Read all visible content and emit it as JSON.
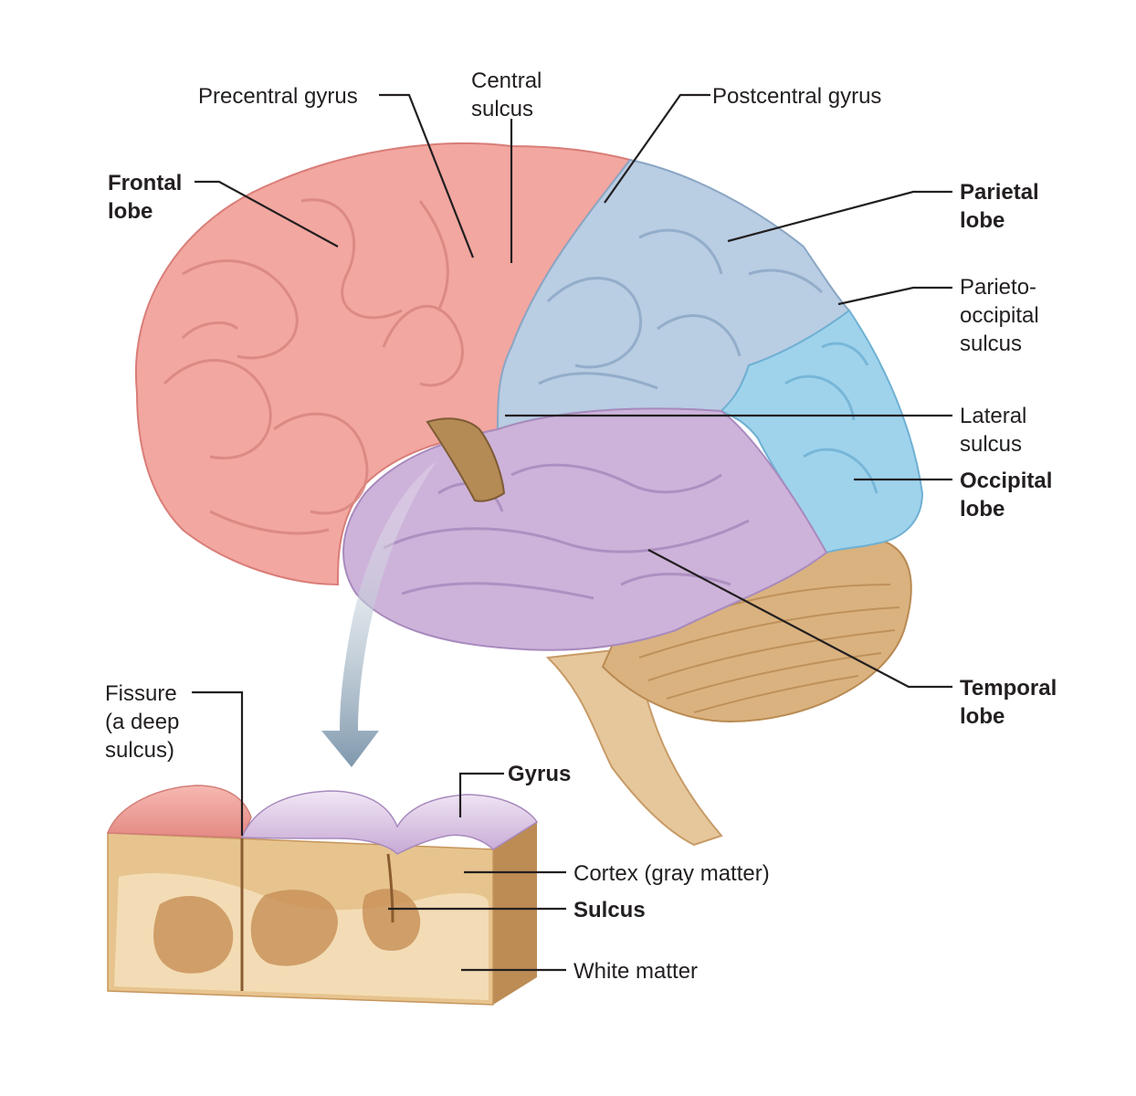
{
  "labels": {
    "precentral_gyrus": "Precentral gyrus",
    "central_sulcus": [
      "Central",
      "sulcus"
    ],
    "postcentral_gyrus": "Postcentral gyrus",
    "frontal_lobe": [
      "Frontal",
      "lobe"
    ],
    "parietal_lobe": [
      "Parietal",
      "lobe"
    ],
    "parieto_occipital_sulcus": [
      "Parieto-",
      "occipital",
      "sulcus"
    ],
    "lateral_sulcus": [
      "Lateral",
      "sulcus"
    ],
    "occipital_lobe": [
      "Occipital",
      "lobe"
    ],
    "temporal_lobe": [
      "Temporal",
      "lobe"
    ],
    "fissure": [
      "Fissure",
      "(a deep",
      "sulcus)"
    ],
    "gyrus": "Gyrus",
    "cortex": "Cortex (gray matter)",
    "sulcus": "Sulcus",
    "white_matter": "White matter"
  },
  "colors": {
    "frontal": "#f2a7a0",
    "parietal": "#b9cde3",
    "occipital": "#9fd3ec",
    "temporal": "#cdb3da",
    "cerebellum": "#d9b27f",
    "brainstem": "#e6c79c",
    "gray_matter": "#c9935a",
    "white_matter": "#f3dcb5"
  }
}
